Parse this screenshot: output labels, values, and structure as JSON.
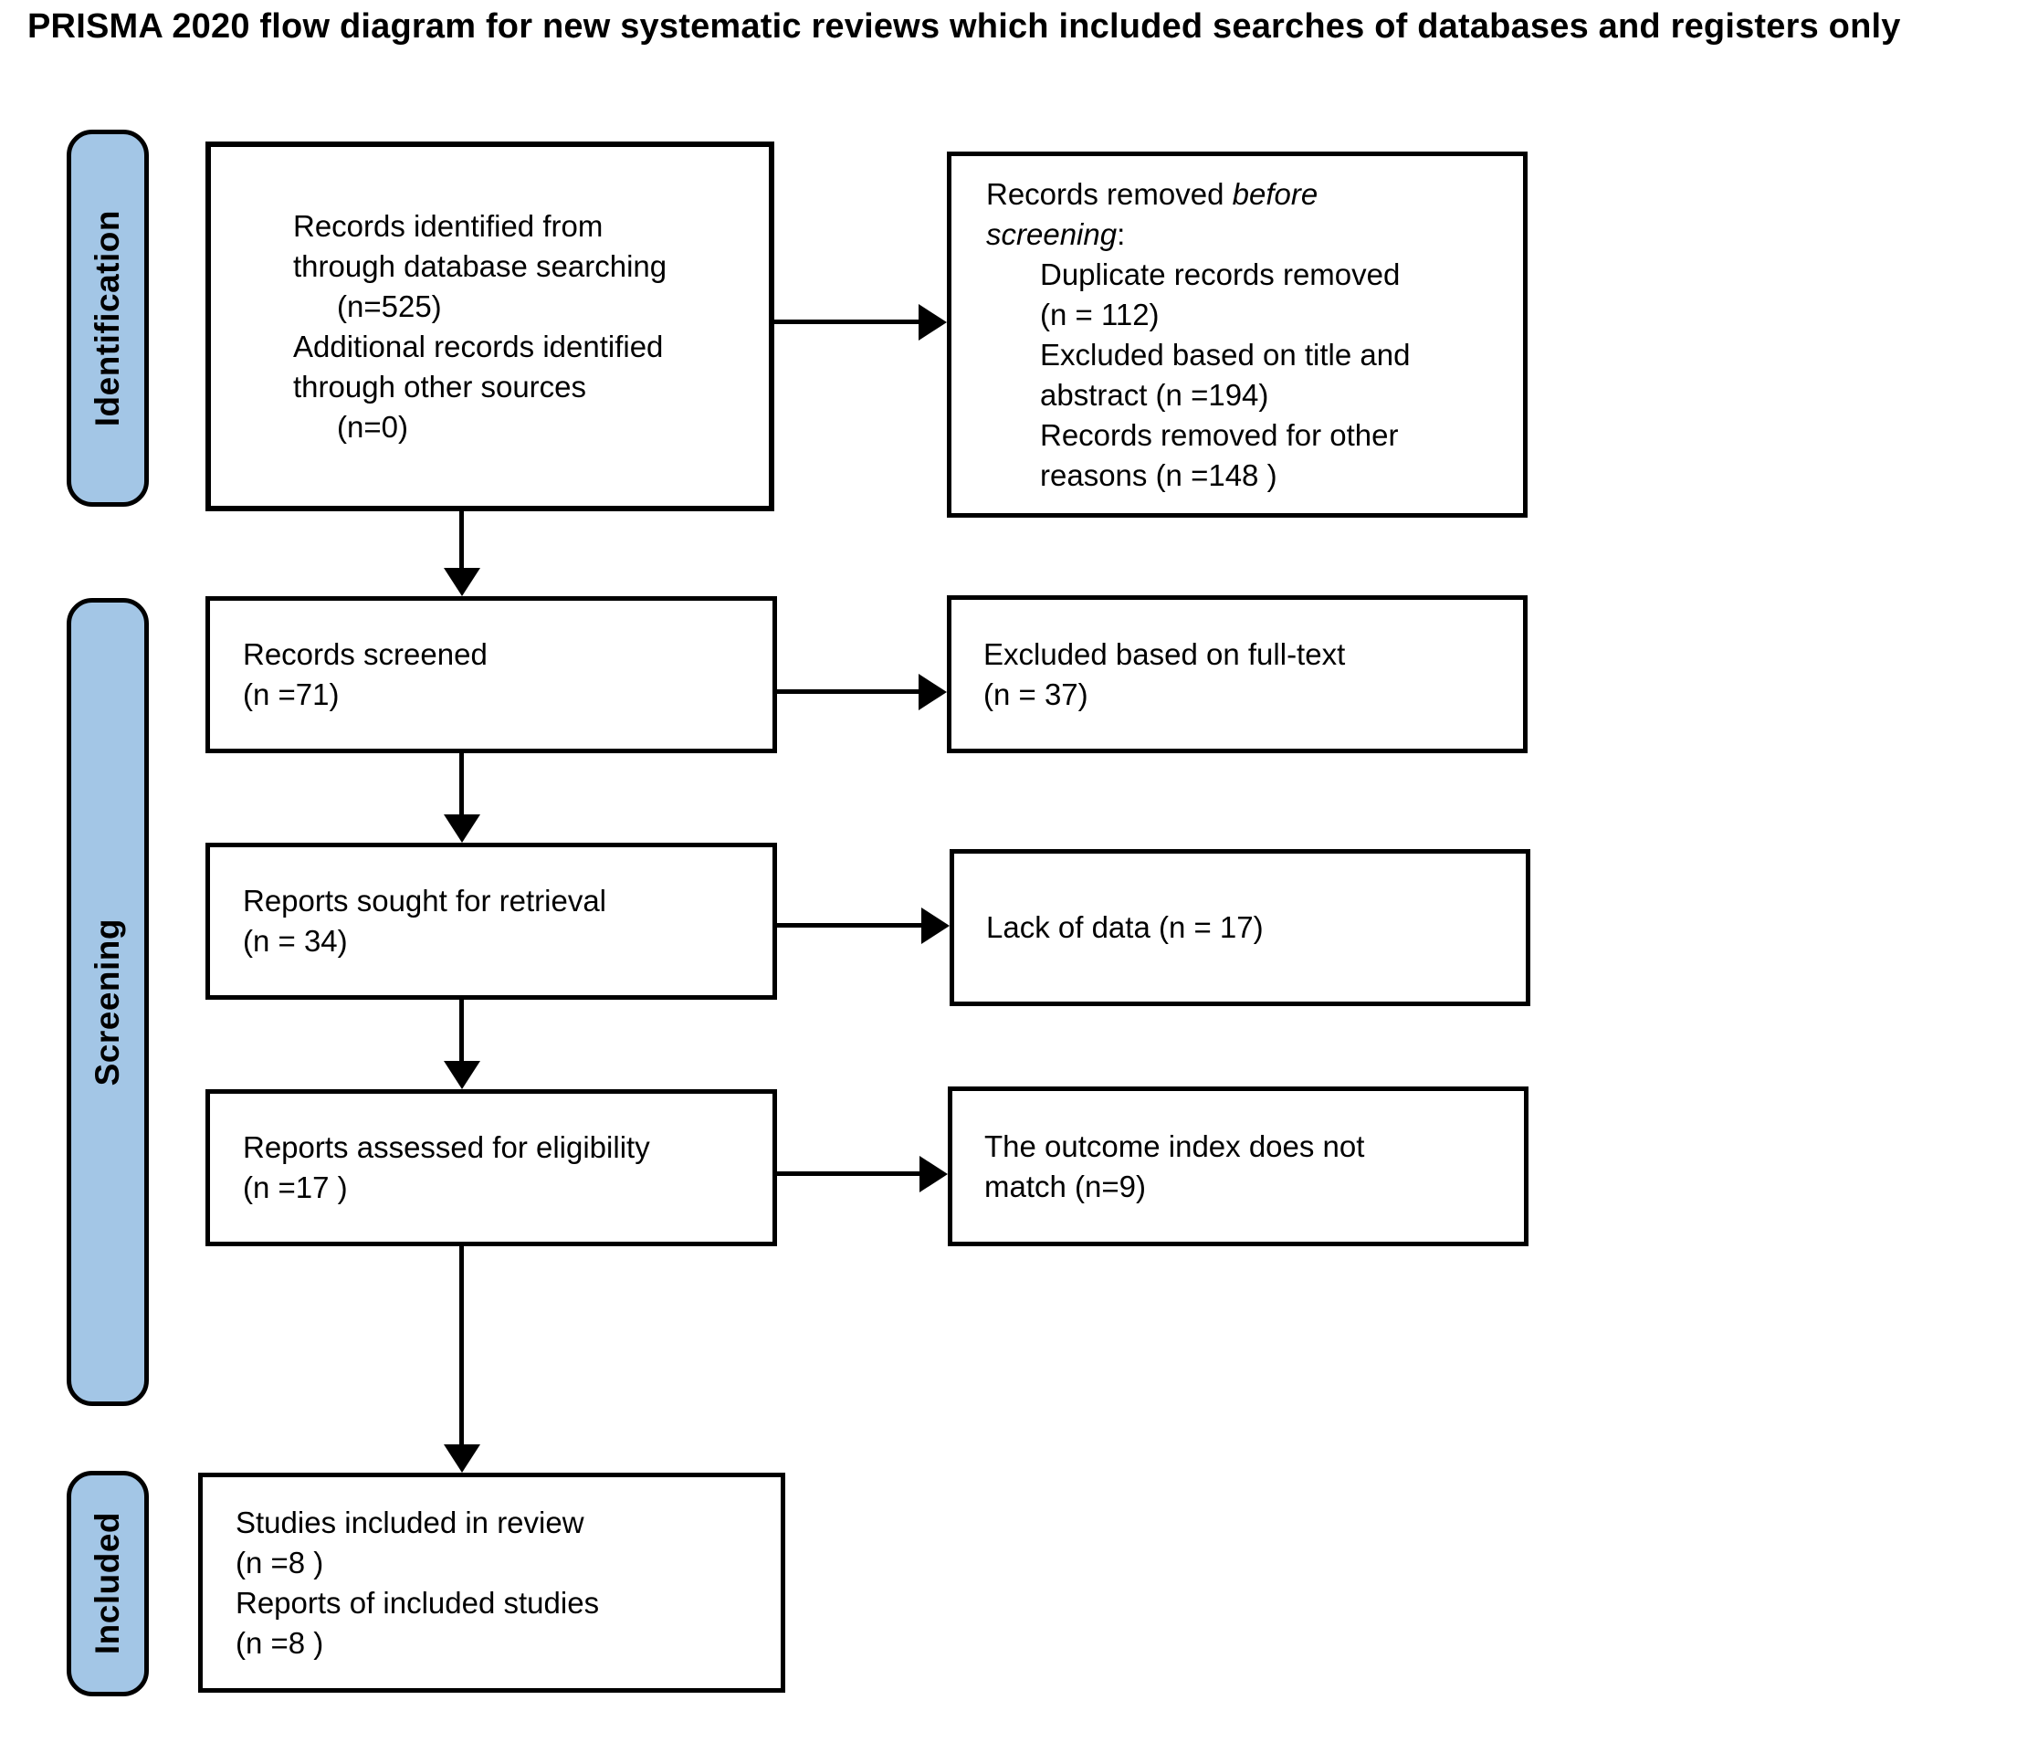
{
  "title": "PRISMA 2020 flow diagram for new systematic reviews which included searches of databases and registers only",
  "stages": {
    "identification": "Identification",
    "screening": "Screening",
    "included": "Included"
  },
  "boxes": {
    "identified": {
      "lines": [
        "Records identified from",
        "through database searching",
        "(n=525)",
        "Additional records identified",
        "through other sources",
        "(n=0)"
      ]
    },
    "removed": {
      "line1_normal": "Records removed ",
      "line1_italic": "before",
      "line2_italic": "screening",
      "line2_normal": ":",
      "detail_lines": [
        "Duplicate records removed",
        "(n = 112)",
        "Excluded based on title and",
        "abstract (n =194)",
        "Records removed for other",
        "reasons (n =148 )"
      ]
    },
    "screened": {
      "lines": [
        "Records screened",
        "(n =71)"
      ]
    },
    "excluded_fulltext": {
      "lines": [
        "Excluded based on full-text",
        "(n = 37)"
      ]
    },
    "sought": {
      "lines": [
        "Reports sought for retrieval",
        "(n = 34)"
      ]
    },
    "lack_of_data": {
      "lines": [
        "Lack of data (n = 17)"
      ]
    },
    "assessed": {
      "lines": [
        "Reports assessed for eligibility",
        "(n =17 )"
      ]
    },
    "outcome_mismatch": {
      "lines": [
        "The outcome index does not",
        "match (n=9)"
      ]
    },
    "included_studies": {
      "lines": [
        "Studies included in review",
        "(n =8 )",
        "Reports of included studies",
        "(n =8 )"
      ]
    }
  },
  "colors": {
    "stage_fill": "#A3C6E6",
    "line": "#000000",
    "box_background": "#FFFFFF"
  }
}
